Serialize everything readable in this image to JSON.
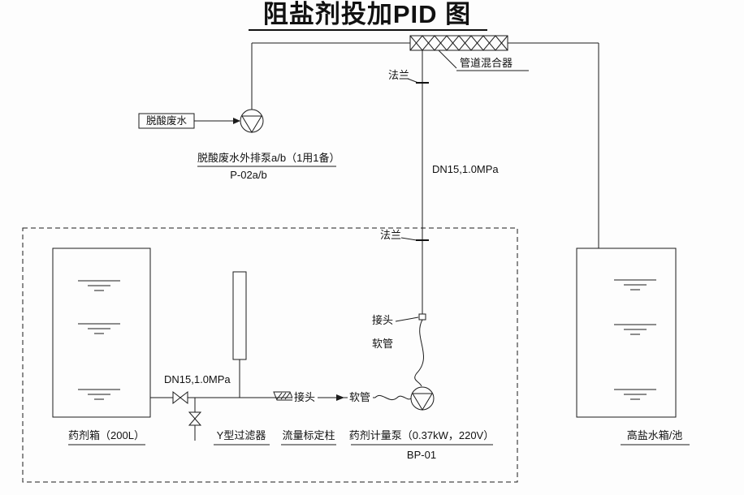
{
  "title": "阻盐剂投加PID 图",
  "colors": {
    "line": "#1c1c1c",
    "background": "#fdfdfd"
  },
  "labels": {
    "pipe_mixer": "管道混合器",
    "flange_top": "法兰",
    "flange_mid": "法兰",
    "dn15_riser": "DN15,1.0MPa",
    "joint_riser": "接头",
    "hose_riser": "软管",
    "feed_stream": "脱酸废水",
    "feed_pump_name": "脱酸废水外排泵a/b（1用1备）",
    "feed_pump_tag": "P-02a/b",
    "dn15_suction": "DN15,1.0MPa",
    "chem_tank": "药剂箱（200L）",
    "y_strainer": "Y型过滤器",
    "calibration_column": "流量标定柱",
    "joint_suction": "接头",
    "hose_suction": "软管",
    "metering_pump_name": "药剂计量泵（0.37kW，220V）",
    "metering_pump_tag": "BP-01",
    "salt_tank": "高盐水箱/池"
  }
}
